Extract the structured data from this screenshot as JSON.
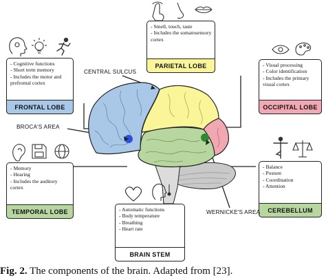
{
  "frontal": {
    "label": "FRONTAL LOBE",
    "color": "#a9c8e8",
    "items": [
      "Cognitive functions",
      "Short term memory",
      "Includes the motor and prefrontal cortex"
    ]
  },
  "parietal": {
    "label": "PARIETAL LOBE",
    "color": "#fbf59a",
    "items": [
      "Smell, touch, taste",
      "Includes the somatosensory cortex"
    ]
  },
  "occipital": {
    "label": "OCCIPITAL LOBE",
    "color": "#f2a8b3",
    "items": [
      "Visual processing",
      "Color identification",
      "Includes the primary visual cortex"
    ]
  },
  "temporal": {
    "label": "TEMPORAL LOBE",
    "color": "#b8d7a0",
    "items": [
      "Memory",
      "Hearing",
      "Includes the auditory cortex"
    ]
  },
  "cerebellum": {
    "label": "CEREBELLUM",
    "color": "#b8d7a0",
    "items": [
      "Balance",
      "Posture",
      "Coordination",
      "Attention"
    ]
  },
  "brainstem": {
    "label": "BRAIN STEM",
    "color": "#ffffff",
    "items": [
      "Automatic functions",
      "Body temperature",
      "Breathing",
      "Heart rate"
    ]
  },
  "annotations": {
    "central_sulcus": "CENTRAL SULCUS",
    "brocas_area": "BROCA'S AREA",
    "wernickes_area": "WERNICKE'S AREA"
  },
  "caption": {
    "prefix": "Fig. 2.",
    "text": "The components of the brain. Adapted from [23]."
  },
  "icons": [
    "head-gear-icon",
    "lightbulb-icon",
    "running-person-icon",
    "hand-touch-icon",
    "nose-icon",
    "lips-icon",
    "eye-icon",
    "palette-icon",
    "ear-icon",
    "floppy-disk-icon",
    "globe-icon",
    "heart-icon",
    "head-thermometer-icon",
    "yoga-balance-icon",
    "scales-icon"
  ]
}
